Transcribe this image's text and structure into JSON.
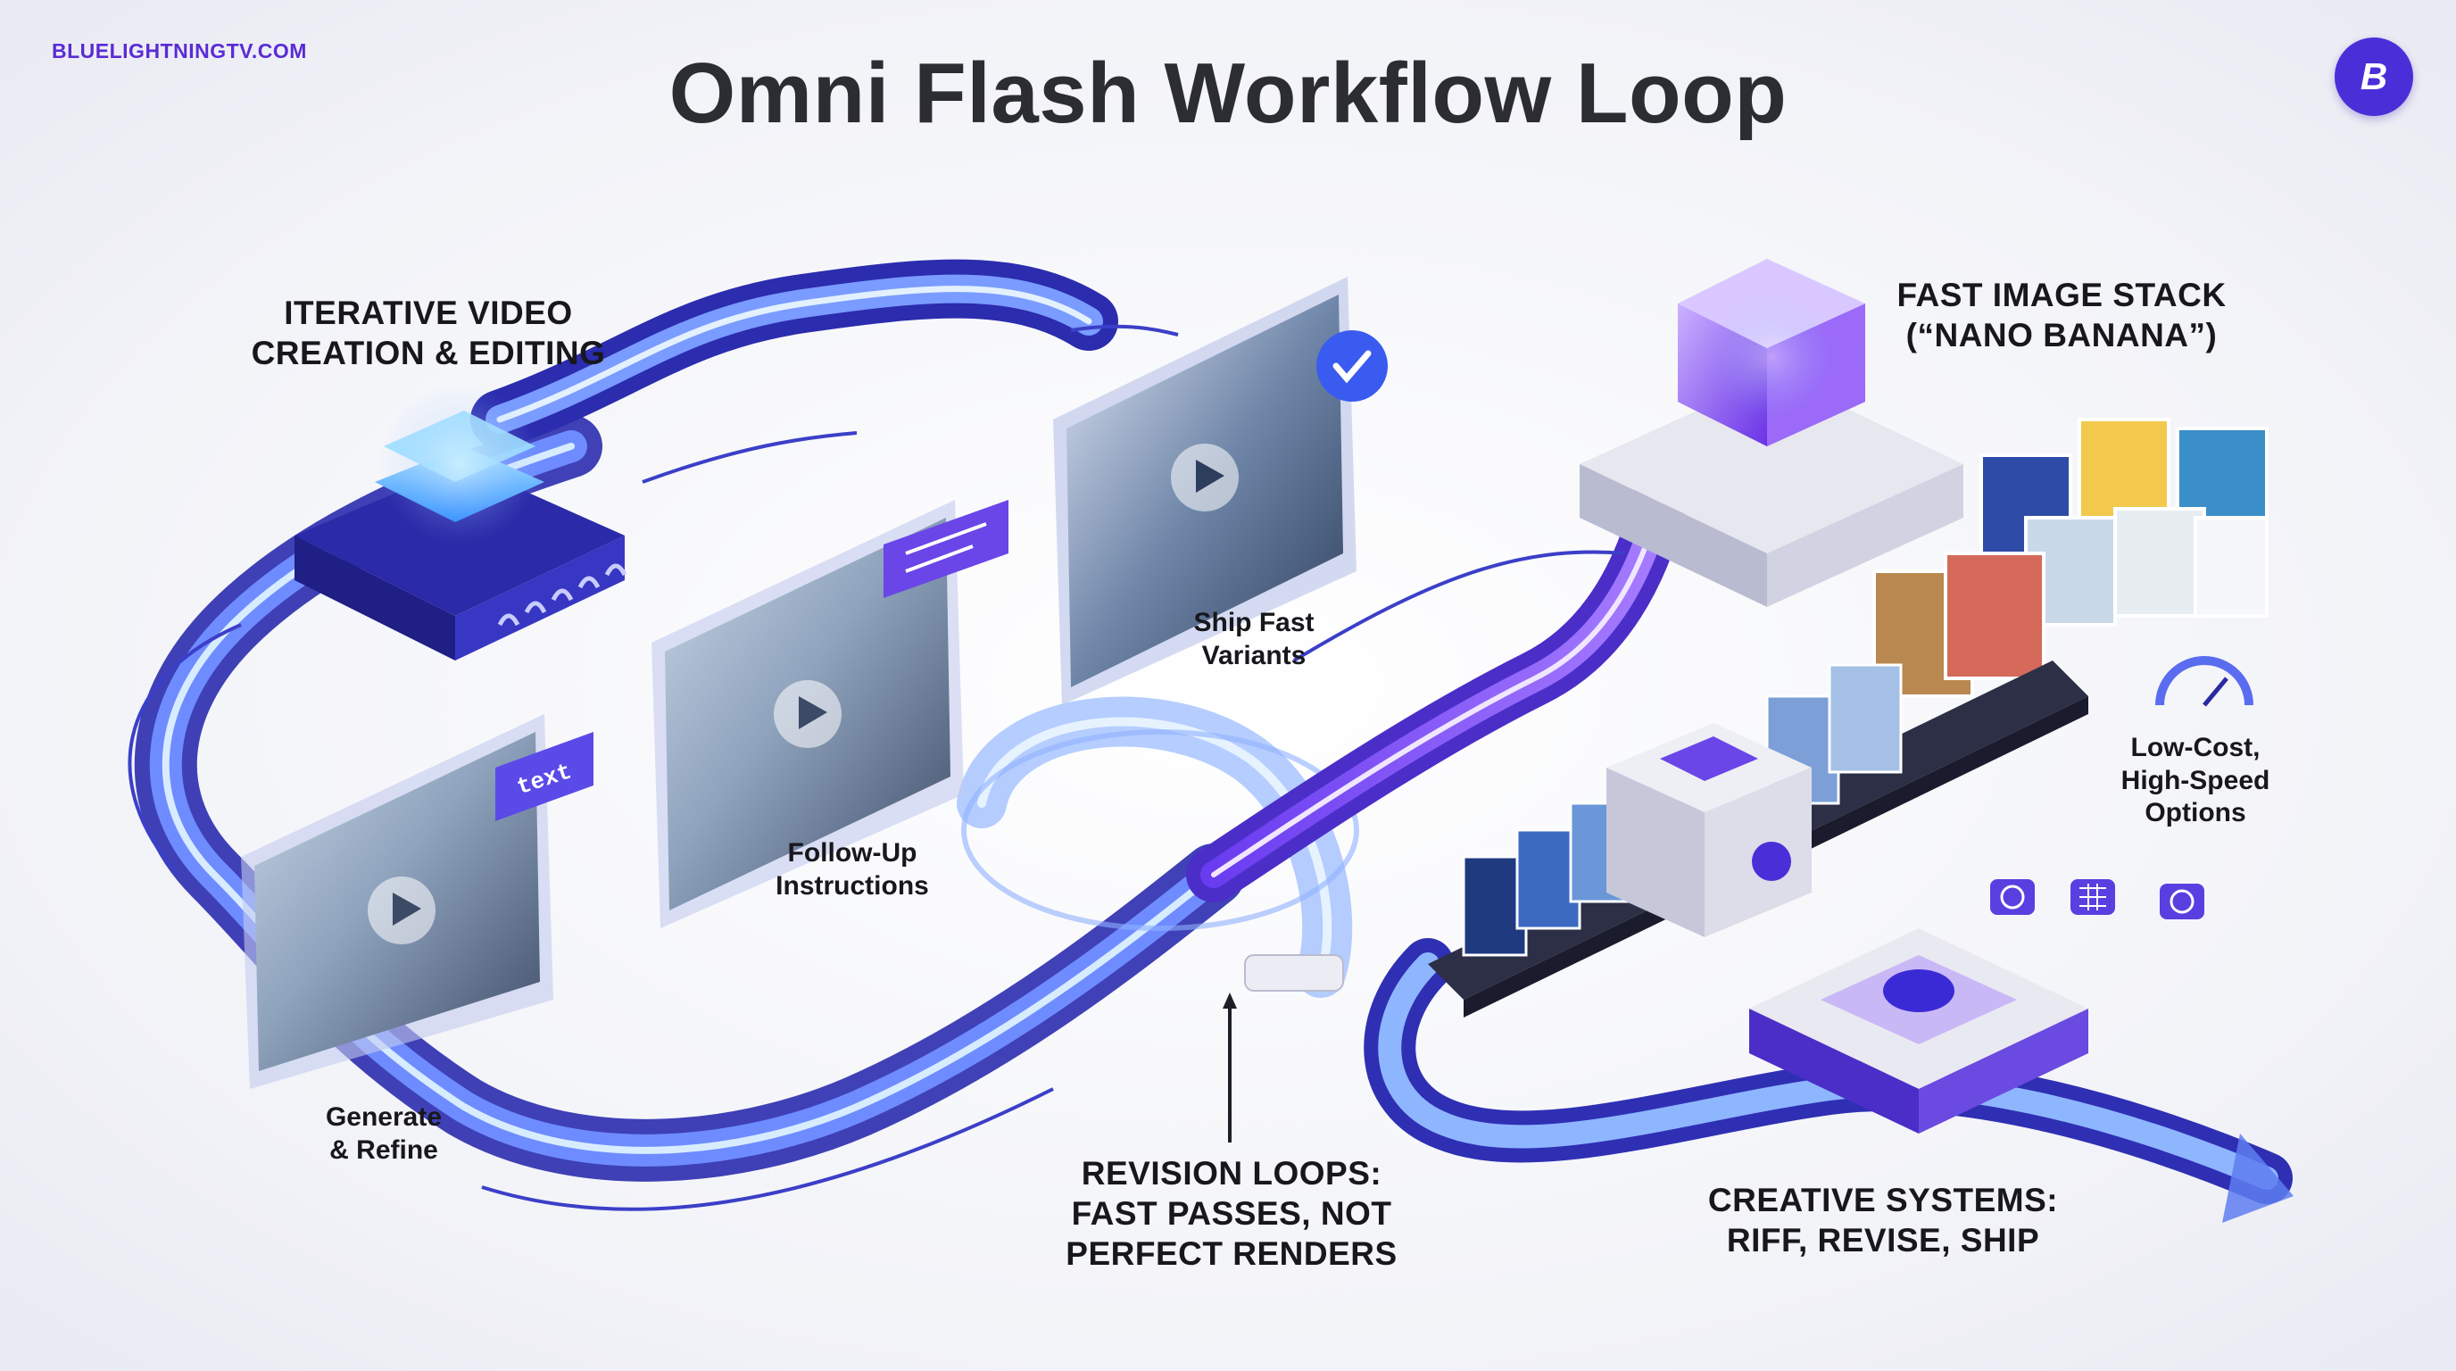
{
  "brand": "BLUELIGHTNINGTV.COM",
  "logo_letter": "B",
  "title": "Omni Flash Workflow Loop",
  "labels": {
    "iterative_video": "ITERATIVE VIDEO\nCREATION & EDITING",
    "ship_fast": "Ship Fast\nVariants",
    "follow_up": "Follow-Up\nInstructions",
    "generate_refine": "Generate\n& Refine",
    "revision_loops": "REVISION LOOPS:\nFAST PASSES, NOT\nPERFECT RENDERS",
    "fast_image_stack": "FAST IMAGE STACK\n(“NANO BANANA”)",
    "low_cost": "Low-Cost,\nHigh-Speed\nOptions",
    "creative_systems": "CREATIVE SYSTEMS:\nRIFF, REVISE, SHIP"
  },
  "text_chip": "text",
  "colors": {
    "accent": "#4a2fd8",
    "track": "#3f3fcf",
    "glow": "#7fb4ff",
    "purple": "#8a5cf0"
  },
  "icons": [
    "processor-chip-icon",
    "video-panel-icon",
    "play-icon",
    "checkmark-badge-icon",
    "chat-bubble-icon",
    "cube-server-icon",
    "speedometer-icon",
    "conveyor-belt-icon",
    "scanner-box-icon",
    "hub-platform-icon",
    "globe-icon",
    "grid-icon",
    "arrow-icon"
  ]
}
